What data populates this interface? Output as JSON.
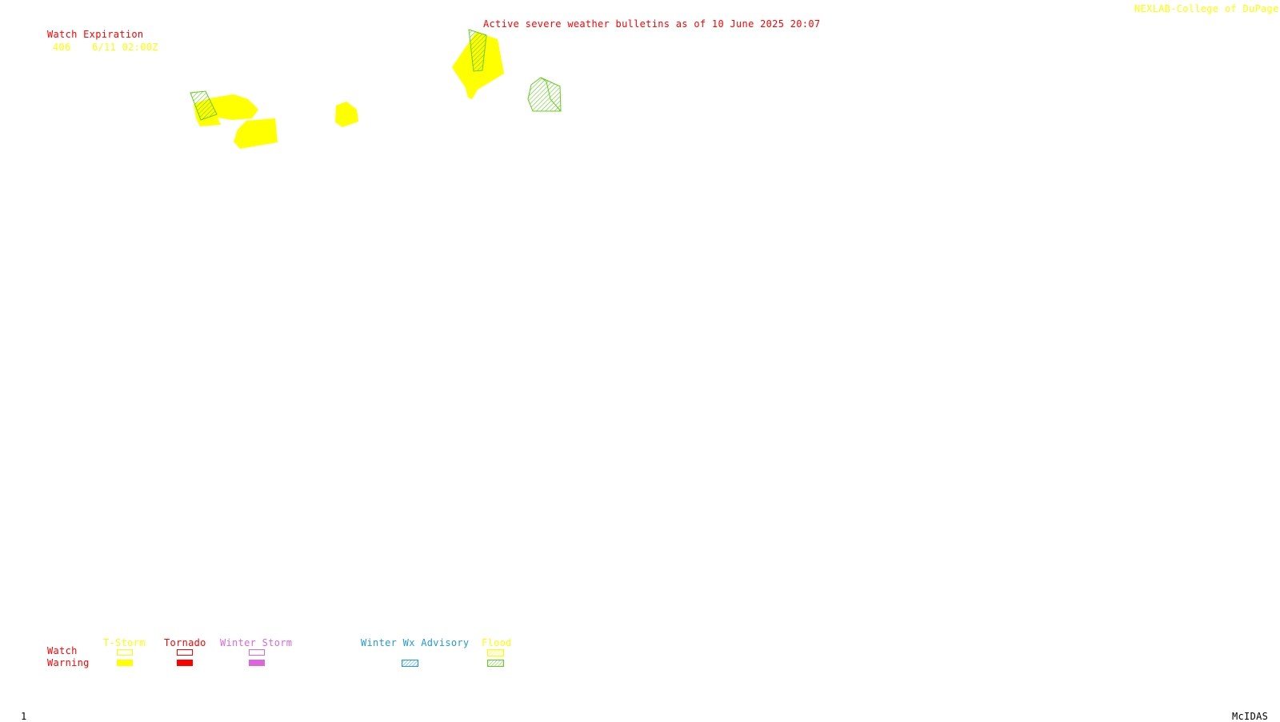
{
  "header": {
    "bulletin_title": "Active severe weather bulletins as of 10 June 2025 20:07",
    "credit": "NEXLAB-College of DuPage R"
  },
  "watch_expiration": {
    "heading": "Watch Expiration",
    "entries": [
      {
        "number": "406",
        "expires": "6/11 02:00Z"
      }
    ]
  },
  "legend": {
    "row_labels": {
      "watch": "Watch",
      "warning": "Warning"
    },
    "categories": [
      {
        "label": "T-Storm",
        "color": "#ffff00",
        "style": "solid"
      },
      {
        "label": "Tornado",
        "color": "#ff0000",
        "style": "solid"
      },
      {
        "label": "Winter Storm",
        "color": "#dd66dd",
        "style": "solid"
      },
      {
        "label": "Winter Wx Advisory",
        "color": "#2299dd",
        "style": "hatched"
      },
      {
        "label": "Flood",
        "color": "#66cc22",
        "style": "hatched",
        "label_color": "#ffff00"
      }
    ]
  },
  "footer": {
    "frame_number": "1",
    "software": "McIDAS"
  },
  "colors": {
    "title_red": "#ff0000",
    "tstorm_yellow": "#ffff00",
    "flood_green": "#66cc22",
    "winter_blue": "#2299dd",
    "winter_storm_purple": "#dd66dd",
    "footer_black": "#000000"
  }
}
